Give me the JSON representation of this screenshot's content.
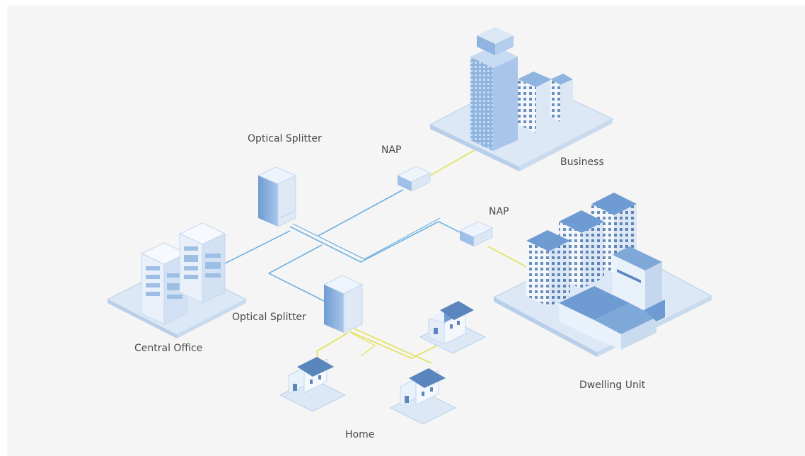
{
  "labels": {
    "optical_splitter_top": "Optical Splitter",
    "nap_top": "NAP",
    "business": "Business",
    "nap_right": "NAP",
    "central_office": "Central Office",
    "optical_splitter_bottom": "Optical Splitter",
    "dwelling_unit": "Dwelling Unit",
    "home": "Home"
  },
  "colors": {
    "background": "#f5f5f5",
    "fiber_feeder": "#6fb1e0",
    "fiber_drop": "#e3e05a",
    "building_blue": "#7ea8d8",
    "building_dark": "#5b86bd",
    "building_light": "#e9f1fb",
    "platform": "#dce8f6"
  },
  "icons": [
    "central-office-icon",
    "optical-splitter-icon",
    "nap-box-icon",
    "office-tower-icon",
    "apartment-complex-icon",
    "house-icon"
  ]
}
